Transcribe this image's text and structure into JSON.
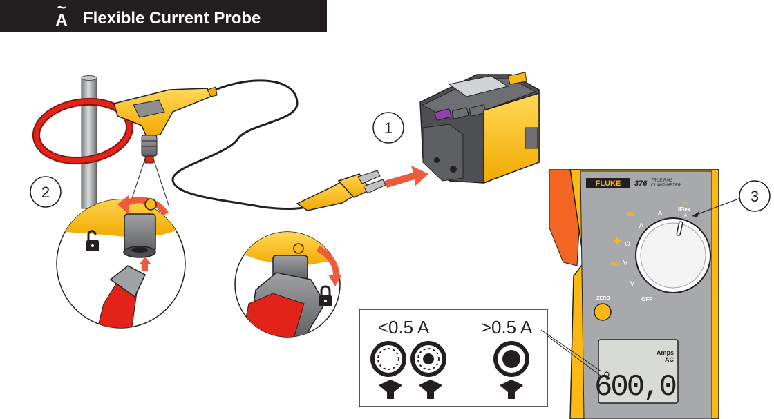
{
  "header": {
    "icon_tilde": "~",
    "icon_letter": "A",
    "title": "Flexible Current Probe"
  },
  "callouts": {
    "one": "1",
    "two": "2",
    "three": "3"
  },
  "icons": {
    "unlock": "unlock-icon",
    "lock": "lock-icon",
    "iflex": "iflex-probe-icon"
  },
  "meter": {
    "brand": "FLUKE",
    "model": "376",
    "model_sub_1": "TRUE RMS",
    "model_sub_2": "CLAMP METER",
    "dial": {
      "hz_left": "Hz",
      "a_ac": "A",
      "a_dc": "A",
      "hz_right": "Hz",
      "iflex": "iFlex",
      "iflex_a": "A",
      "ohm": "Ω",
      "mv": "mV",
      "v_dc": "V",
      "v_ac": "V",
      "off": "OFF"
    },
    "zero_label": "ZERO",
    "display_units_1": "Amps",
    "display_units_2": "AC",
    "display_value": "600,0"
  },
  "legend": {
    "below_label": "<0.5 A",
    "above_label": ">0.5 A"
  },
  "colors": {
    "probe_red": "#e2231a",
    "body_yellow": "#fdb913",
    "meter_gray": "#a7a9ac",
    "holster_orange": "#f26522",
    "arrow_red": "#ed5a3c",
    "dark": "#231f20"
  }
}
